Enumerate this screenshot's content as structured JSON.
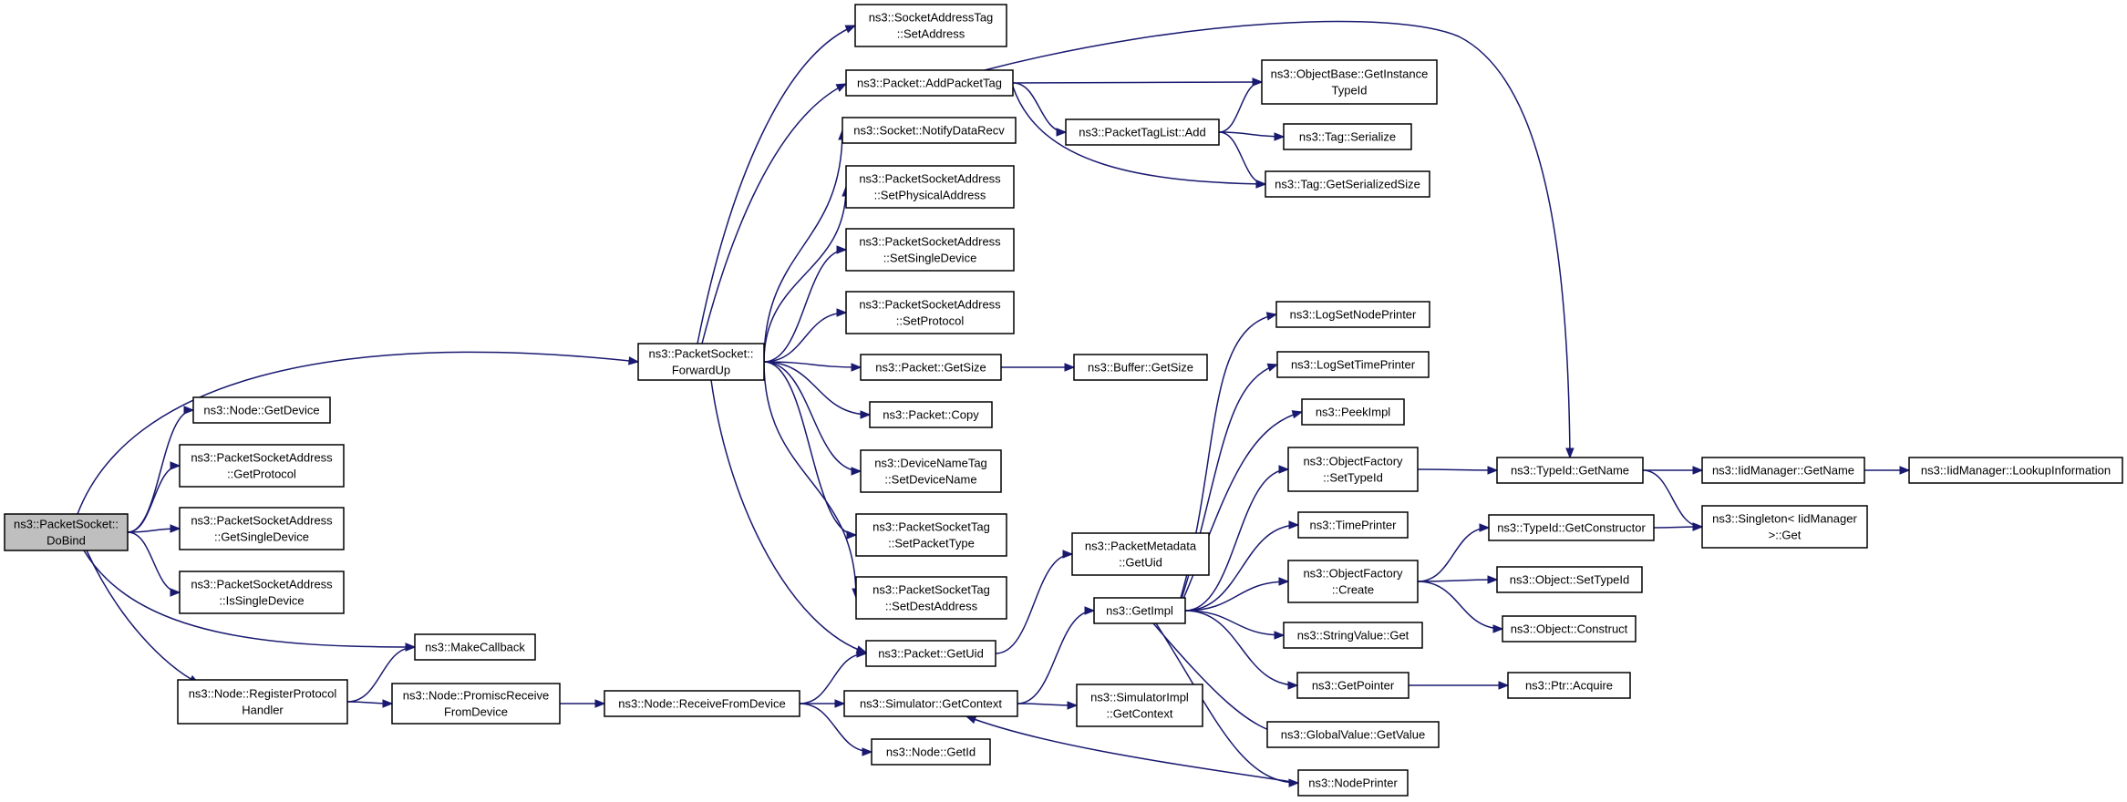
{
  "colors": {
    "edge": "#191970",
    "node_border": "#000000",
    "node_border_truncated": "#ff0000",
    "root_fill": "#bfbfbf",
    "node_fill": "#ffffff"
  },
  "nodes": [
    {
      "id": "dobind",
      "lines": [
        "ns3::PacketSocket::",
        "DoBind"
      ],
      "root": true
    },
    {
      "id": "forwardup",
      "lines": [
        "ns3::PacketSocket::",
        "ForwardUp"
      ]
    },
    {
      "id": "getdevice",
      "lines": [
        "ns3::Node::GetDevice"
      ]
    },
    {
      "id": "psa_getprotocol",
      "lines": [
        "ns3::PacketSocketAddress",
        "::GetProtocol"
      ]
    },
    {
      "id": "psa_getsingledevice",
      "lines": [
        "ns3::PacketSocketAddress",
        "::GetSingleDevice"
      ]
    },
    {
      "id": "psa_issingledevice",
      "lines": [
        "ns3::PacketSocketAddress",
        "::IsSingleDevice"
      ]
    },
    {
      "id": "makecallback",
      "lines": [
        "ns3::MakeCallback"
      ]
    },
    {
      "id": "registerprotocolhandler",
      "lines": [
        "ns3::Node::RegisterProtocol",
        "Handler"
      ]
    },
    {
      "id": "promiscreceive",
      "lines": [
        "ns3::Node::PromiscReceive",
        "FromDevice"
      ]
    },
    {
      "id": "receivefromdevice",
      "lines": [
        "ns3::Node::ReceiveFromDevice"
      ]
    },
    {
      "id": "sat_setaddress",
      "lines": [
        "ns3::SocketAddressTag",
        "::SetAddress"
      ]
    },
    {
      "id": "addpackettag",
      "lines": [
        "ns3::Packet::AddPacketTag"
      ]
    },
    {
      "id": "notifydatarecv",
      "lines": [
        "ns3::Socket::NotifyDataRecv"
      ]
    },
    {
      "id": "psa_setphysicaladdress",
      "lines": [
        "ns3::PacketSocketAddress",
        "::SetPhysicalAddress"
      ]
    },
    {
      "id": "psa_setsingledevice",
      "lines": [
        "ns3::PacketSocketAddress",
        "::SetSingleDevice"
      ]
    },
    {
      "id": "psa_setprotocol",
      "lines": [
        "ns3::PacketSocketAddress",
        "::SetProtocol"
      ]
    },
    {
      "id": "packet_getsize",
      "lines": [
        "ns3::Packet::GetSize"
      ]
    },
    {
      "id": "packet_copy",
      "lines": [
        "ns3::Packet::Copy"
      ]
    },
    {
      "id": "devicenametag",
      "lines": [
        "ns3::DeviceNameTag",
        "::SetDeviceName"
      ]
    },
    {
      "id": "pst_setpackettype",
      "lines": [
        "ns3::PacketSocketTag",
        "::SetPacketType"
      ]
    },
    {
      "id": "pst_setdestaddress",
      "lines": [
        "ns3::PacketSocketTag",
        "::SetDestAddress"
      ]
    },
    {
      "id": "packet_getuid",
      "lines": [
        "ns3::Packet::GetUid"
      ]
    },
    {
      "id": "sim_getcontext",
      "lines": [
        "ns3::Simulator::GetContext"
      ]
    },
    {
      "id": "node_getid",
      "lines": [
        "ns3::Node::GetId"
      ]
    },
    {
      "id": "packettaglist_add",
      "lines": [
        "ns3::PacketTagList::Add"
      ]
    },
    {
      "id": "objectbase_getinstancetypeid",
      "lines": [
        "ns3::ObjectBase::GetInstance",
        "TypeId"
      ]
    },
    {
      "id": "tag_serialize",
      "lines": [
        "ns3::Tag::Serialize"
      ]
    },
    {
      "id": "tag_getserializedsize",
      "lines": [
        "ns3::Tag::GetSerializedSize"
      ]
    },
    {
      "id": "buffer_getsize",
      "lines": [
        "ns3::Buffer::GetSize"
      ]
    },
    {
      "id": "packetmetadata_getuid",
      "lines": [
        "ns3::PacketMetadata",
        "::GetUid"
      ]
    },
    {
      "id": "getimpl",
      "lines": [
        "ns3::GetImpl"
      ]
    },
    {
      "id": "simimpl_getcontext",
      "lines": [
        "ns3::SimulatorImpl",
        "::GetContext"
      ]
    },
    {
      "id": "logsetnodeprinter",
      "lines": [
        "ns3::LogSetNodePrinter"
      ]
    },
    {
      "id": "logsettimeprinter",
      "lines": [
        "ns3::LogSetTimePrinter"
      ],
      "truncated": true
    },
    {
      "id": "peekimpl",
      "lines": [
        "ns3::PeekImpl"
      ]
    },
    {
      "id": "of_settypeid",
      "lines": [
        "ns3::ObjectFactory",
        "::SetTypeId"
      ]
    },
    {
      "id": "timeprinter",
      "lines": [
        "ns3::TimePrinter"
      ],
      "truncated": true
    },
    {
      "id": "of_create",
      "lines": [
        "ns3::ObjectFactory",
        "::Create"
      ]
    },
    {
      "id": "stringvalue_get",
      "lines": [
        "ns3::StringValue::Get"
      ]
    },
    {
      "id": "getpointer",
      "lines": [
        "ns3::GetPointer"
      ]
    },
    {
      "id": "globalvalue_getvalue",
      "lines": [
        "ns3::GlobalValue::GetValue"
      ],
      "truncated": true
    },
    {
      "id": "nodeprinter",
      "lines": [
        "ns3::NodePrinter"
      ]
    },
    {
      "id": "typeid_getname",
      "lines": [
        "ns3::TypeId::GetName"
      ]
    },
    {
      "id": "iidmanager_getname",
      "lines": [
        "ns3::IidManager::GetName"
      ]
    },
    {
      "id": "iidmanager_lookupinformation",
      "lines": [
        "ns3::IidManager::LookupInformation"
      ]
    },
    {
      "id": "singleton_get",
      "lines": [
        "ns3::Singleton< IidManager",
        " >::Get"
      ]
    },
    {
      "id": "typeid_getconstructor",
      "lines": [
        "ns3::TypeId::GetConstructor"
      ],
      "truncated": true
    },
    {
      "id": "object_settypeid",
      "lines": [
        "ns3::Object::SetTypeId"
      ],
      "truncated": true
    },
    {
      "id": "object_construct",
      "lines": [
        "ns3::Object::Construct"
      ],
      "truncated": true
    },
    {
      "id": "ptr_acquire",
      "lines": [
        "ns3::Ptr::Acquire"
      ]
    }
  ],
  "edges": [
    [
      "dobind",
      "forwardup"
    ],
    [
      "dobind",
      "getdevice"
    ],
    [
      "dobind",
      "psa_getprotocol"
    ],
    [
      "dobind",
      "psa_getsingledevice"
    ],
    [
      "dobind",
      "psa_issingledevice"
    ],
    [
      "dobind",
      "makecallback"
    ],
    [
      "dobind",
      "registerprotocolhandler"
    ],
    [
      "registerprotocolhandler",
      "makecallback"
    ],
    [
      "registerprotocolhandler",
      "promiscreceive"
    ],
    [
      "promiscreceive",
      "receivefromdevice"
    ],
    [
      "receivefromdevice",
      "packet_getuid"
    ],
    [
      "receivefromdevice",
      "sim_getcontext"
    ],
    [
      "receivefromdevice",
      "node_getid"
    ],
    [
      "forwardup",
      "sat_setaddress"
    ],
    [
      "forwardup",
      "addpackettag"
    ],
    [
      "forwardup",
      "notifydatarecv"
    ],
    [
      "forwardup",
      "psa_setphysicaladdress"
    ],
    [
      "forwardup",
      "psa_setsingledevice"
    ],
    [
      "forwardup",
      "psa_setprotocol"
    ],
    [
      "forwardup",
      "packet_getsize"
    ],
    [
      "forwardup",
      "packet_copy"
    ],
    [
      "forwardup",
      "devicenametag"
    ],
    [
      "forwardup",
      "pst_setpackettype"
    ],
    [
      "forwardup",
      "pst_setdestaddress"
    ],
    [
      "forwardup",
      "packet_getuid"
    ],
    [
      "addpackettag",
      "typeid_getname"
    ],
    [
      "addpackettag",
      "objectbase_getinstancetypeid"
    ],
    [
      "addpackettag",
      "packettaglist_add"
    ],
    [
      "addpackettag",
      "tag_getserializedsize"
    ],
    [
      "packettaglist_add",
      "objectbase_getinstancetypeid"
    ],
    [
      "packettaglist_add",
      "tag_serialize"
    ],
    [
      "packettaglist_add",
      "tag_getserializedsize"
    ],
    [
      "packet_getsize",
      "buffer_getsize"
    ],
    [
      "packet_getuid",
      "packetmetadata_getuid"
    ],
    [
      "sim_getcontext",
      "getimpl"
    ],
    [
      "sim_getcontext",
      "simimpl_getcontext"
    ],
    [
      "getimpl",
      "logsetnodeprinter"
    ],
    [
      "getimpl",
      "logsettimeprinter"
    ],
    [
      "getimpl",
      "peekimpl"
    ],
    [
      "getimpl",
      "of_settypeid"
    ],
    [
      "getimpl",
      "timeprinter"
    ],
    [
      "getimpl",
      "of_create"
    ],
    [
      "getimpl",
      "stringvalue_get"
    ],
    [
      "getimpl",
      "getpointer"
    ],
    [
      "getimpl",
      "globalvalue_getvalue"
    ],
    [
      "getimpl",
      "nodeprinter"
    ],
    [
      "nodeprinter",
      "sim_getcontext"
    ],
    [
      "of_settypeid",
      "typeid_getname"
    ],
    [
      "of_create",
      "typeid_getconstructor"
    ],
    [
      "of_create",
      "object_settypeid"
    ],
    [
      "of_create",
      "object_construct"
    ],
    [
      "getpointer",
      "ptr_acquire"
    ],
    [
      "typeid_getname",
      "iidmanager_getname"
    ],
    [
      "typeid_getname",
      "singleton_get"
    ],
    [
      "typeid_getconstructor",
      "singleton_get"
    ],
    [
      "iidmanager_getname",
      "iidmanager_lookupinformation"
    ]
  ]
}
